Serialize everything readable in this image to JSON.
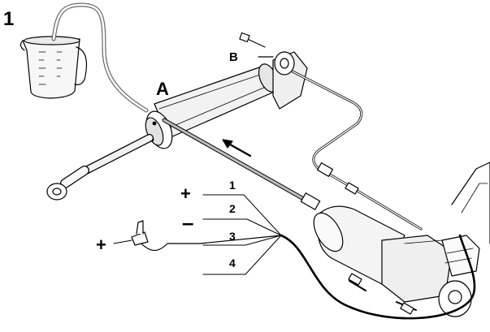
{
  "diagram": {
    "step_number": "1",
    "label_a": "A",
    "label_b": "B",
    "wire_numbers": [
      "1",
      "2",
      "3",
      "4"
    ],
    "signs": {
      "plus_top": "+",
      "minus": "–",
      "plus_left": "+"
    },
    "icons": [
      "measuring-jug-icon",
      "hydraulic-cylinder-icon",
      "pump-motor-icon",
      "switch-icon",
      "arrow-icon"
    ]
  }
}
